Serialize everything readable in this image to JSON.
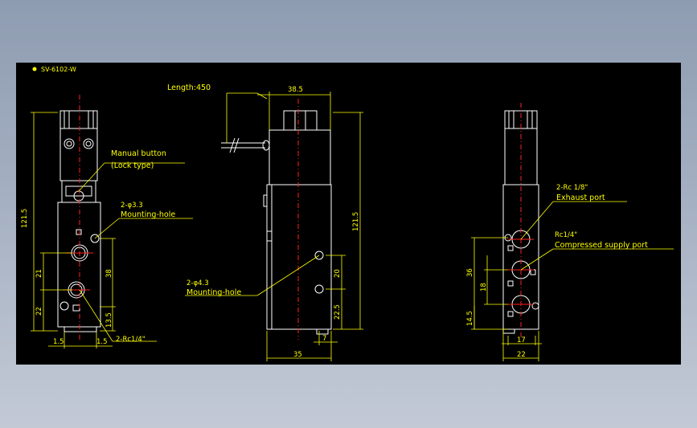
{
  "drawing": {
    "title": "SV-6102-W",
    "colors": {
      "background": "#000000",
      "outline": "#ffffff",
      "dimension": "#ffff00",
      "centerline": "#ff2020"
    }
  },
  "left_view": {
    "manual_button_line1": "Manual button",
    "manual_button_line2": "(Lock type)",
    "mount_hole_spec": "2-φ3.3",
    "mount_hole_label": "Mounting-hole",
    "port_label": "2-Rc1/4\"",
    "dims": {
      "overall": "121.5",
      "d21": "21",
      "d22": "22",
      "d38": "38",
      "d13_5": "13.5",
      "d1_5a": "1.5",
      "d1_5b": "1.5"
    }
  },
  "middle_view": {
    "cable_label": "Length:450",
    "mount_hole_spec": "2-φ4.3",
    "mount_hole_label": "Mounting-hole",
    "dims": {
      "width_top": "38.5",
      "overall": "121.5",
      "d20": "20",
      "d22_5": "22.5",
      "d35": "35",
      "d7": "7"
    }
  },
  "right_view": {
    "exhaust_spec": "2-Rc 1/8\"",
    "exhaust_label": "Exhaust port",
    "supply_spec": "Rc1/4\"",
    "supply_label": "Compressed supply port",
    "dims": {
      "d36": "36",
      "d18": "18",
      "d14_5": "14.5",
      "d17": "17",
      "d22": "22"
    }
  }
}
